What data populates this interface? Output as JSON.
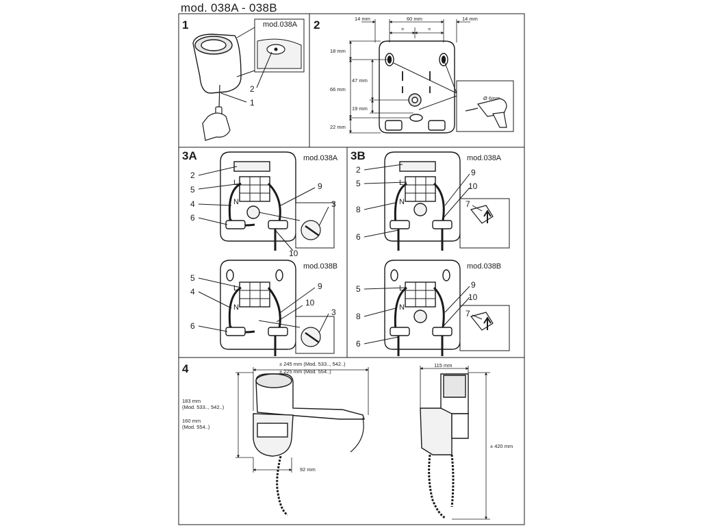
{
  "title": "mod. 038A - 038B",
  "panels": {
    "p1": {
      "number": "1",
      "inset_label": "mod.038A",
      "callouts": [
        "2",
        "1"
      ]
    },
    "p2": {
      "number": "2",
      "dims": {
        "left_margin": "14 mm",
        "spacing": "60 mm",
        "right_margin": "14 mm",
        "equal_left": "=",
        "equal_right": "=",
        "top_offset": "18 mm",
        "mid_height": "47 mm",
        "total_height": "66 mm",
        "lower_height": "19 mm",
        "bottom_offset": "22 mm",
        "drill": "Ø 6mm"
      }
    },
    "p3a": {
      "number": "3A",
      "top": {
        "model": "mod.038A",
        "callouts": [
          "2",
          "5",
          "4",
          "6",
          "9",
          "3",
          "10"
        ]
      },
      "bottom": {
        "model": "mod.038B",
        "callouts": [
          "5",
          "4",
          "6",
          "9",
          "10",
          "3"
        ]
      }
    },
    "p3b": {
      "number": "3B",
      "top": {
        "model": "mod.038A",
        "callouts": [
          "2",
          "5",
          "8",
          "6",
          "9",
          "10",
          "7"
        ]
      },
      "bottom": {
        "model": "mod.038B",
        "callouts": [
          "5",
          "8",
          "6",
          "9",
          "10",
          "7"
        ]
      }
    },
    "p4": {
      "number": "4",
      "width_1": "± 245 mm (Mod. 533.., 542..)",
      "width_2": "± 225 mm (Mod. 554..)",
      "height_1a": "183 mm",
      "height_1b": "(Mod. 533.., 542..)",
      "height_2a": "160 mm",
      "height_2b": "(Mod. 554..)",
      "depth": "92 mm",
      "side_width": "115 mm",
      "side_height": "± 420 mm"
    }
  },
  "terminal_letters": {
    "live": "L",
    "neutral": "N"
  }
}
